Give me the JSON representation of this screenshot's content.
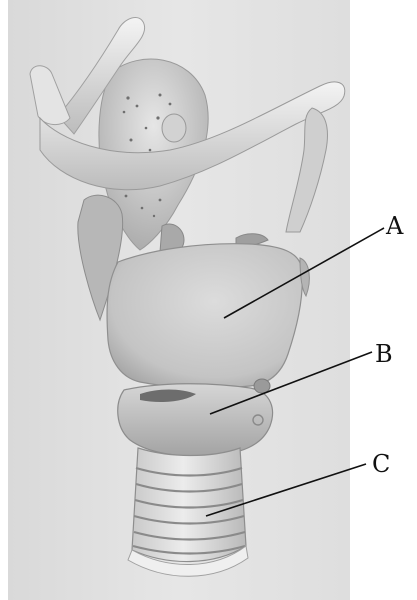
{
  "figure": {
    "labels": [
      {
        "id": "a",
        "text": "A"
      },
      {
        "id": "b",
        "text": "B"
      },
      {
        "id": "c",
        "text": "C"
      }
    ]
  },
  "colors": {
    "panel": "#e3e3e3",
    "tissue_light": "#dcdcdc",
    "tissue_mid": "#bdbdbd",
    "tissue_dark": "#8e8e8e",
    "ink": "#111111"
  }
}
